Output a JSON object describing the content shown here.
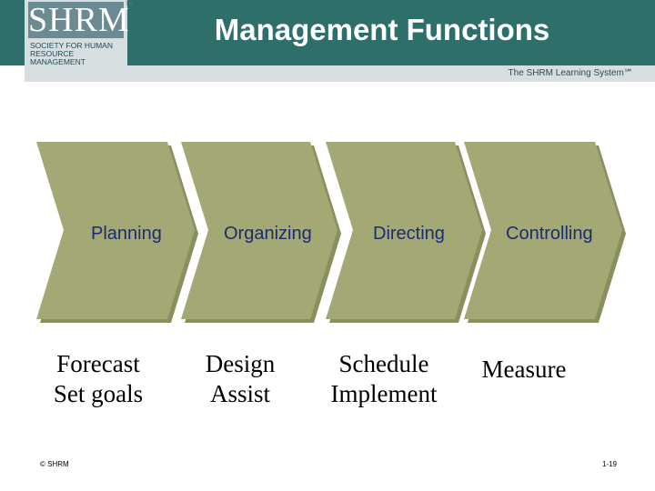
{
  "header": {
    "title": "Management Functions",
    "logo_mark": "SHRM",
    "logo_tm": "TM",
    "logo_text": "SOCIETY FOR HUMAN RESOURCE MANAGEMENT",
    "tagline": "The SHRM Learning System℠"
  },
  "stages": [
    {
      "label": "Planning",
      "tasks": [
        "Forecast",
        "Set goals"
      ]
    },
    {
      "label": "Organizing",
      "tasks": [
        "Design",
        "Assist"
      ]
    },
    {
      "label": "Directing",
      "tasks": [
        "Schedule",
        "Implement"
      ]
    },
    {
      "label": "Controlling",
      "tasks": [
        "Measure"
      ]
    }
  ],
  "footer": {
    "copyright": "© SHRM",
    "slide_number": "1-19"
  },
  "colors": {
    "header_bg": "#2e6e6b",
    "chevron_fill": "#a3a875",
    "chevron_shadow": "#8a8f5e",
    "stage_text": "#1a2d6e"
  }
}
